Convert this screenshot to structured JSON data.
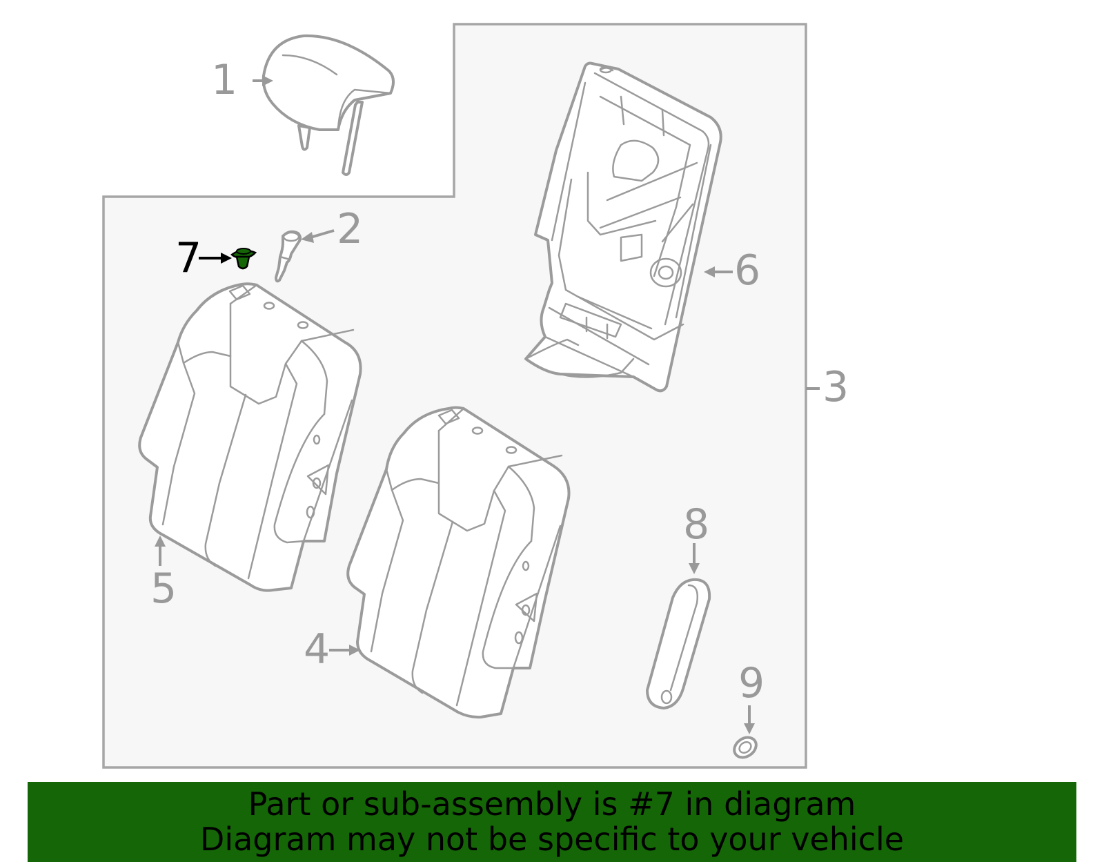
{
  "callouts": {
    "c1": "1",
    "c2": "2",
    "c3": "3",
    "c4": "4",
    "c5": "5",
    "c6": "6",
    "c7": "7",
    "c8": "8",
    "c9": "9"
  },
  "highlighted_part": "7",
  "colors": {
    "highlight": "#156607",
    "outline": "#9b9b9b",
    "panel": "#f7f7f7",
    "banner": "#156607"
  },
  "banner": {
    "line1": "Part or sub-assembly is #7 in diagram",
    "line2": "Diagram may not be specific to your vehicle"
  }
}
